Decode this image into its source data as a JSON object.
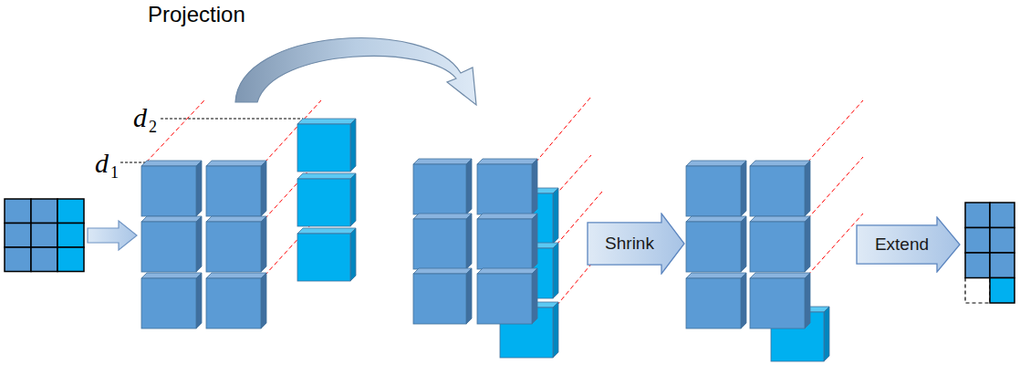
{
  "diagram": {
    "nodes": [
      {
        "text": [
          "Shrink"
        ]
      },
      {
        "text": [
          "Extend"
        ]
      }
    ],
    "labels": [
      "Projection",
      "d",
      "2",
      "d",
      "1"
    ]
  }
}
